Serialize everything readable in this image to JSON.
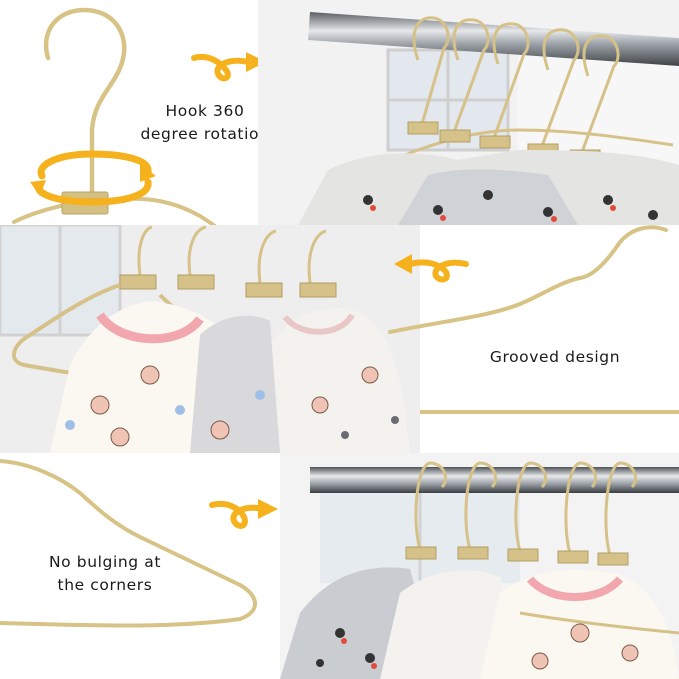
{
  "captions": {
    "hook_line1": "Hook 360",
    "hook_line2": "degree rotation",
    "grooved": "Grooved design",
    "corners_line1": "No bulging at",
    "corners_line2": "the corners"
  },
  "icons": {
    "arrow": "curly-arrow-icon",
    "rotation": "rotation-arrows-icon"
  },
  "colors": {
    "arrow": "#f6b21c",
    "hanger_gold": "#d9c48c",
    "rod_steel": "#9aa0a6",
    "shirt_pink_trim": "#f2a6ad",
    "background": "#ffffff"
  }
}
